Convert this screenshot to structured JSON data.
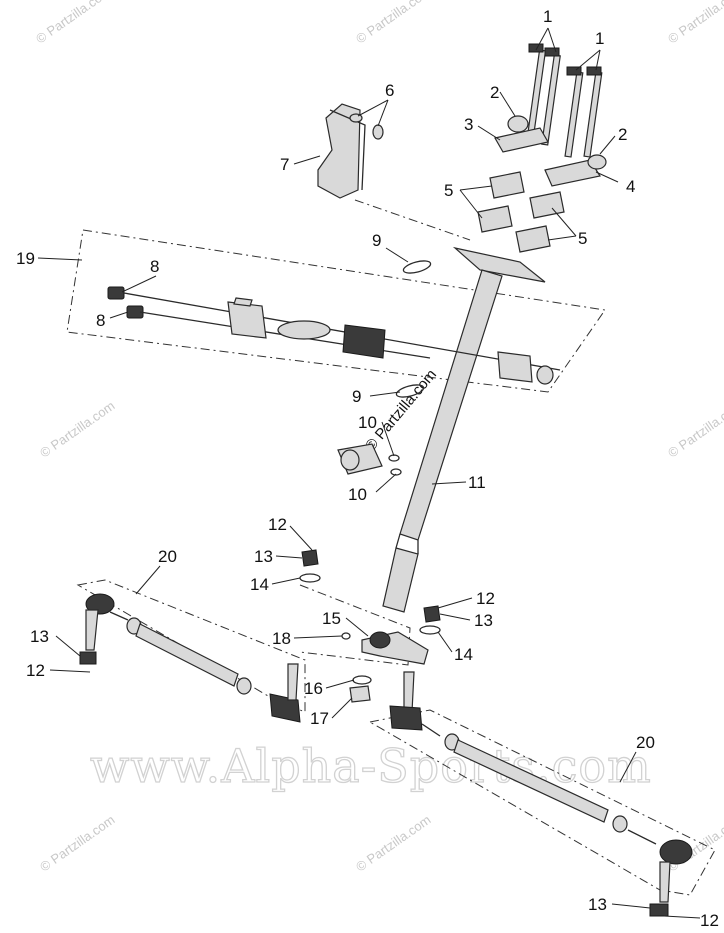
{
  "watermarks": {
    "partzilla": "© Partzilla.com",
    "center_partzilla": "© Partzilla.com",
    "site": "www.Alpha-Sports.com"
  },
  "callouts": {
    "c1a": "1",
    "c1b": "1",
    "c2a": "2",
    "c2b": "2",
    "c3": "3",
    "c4": "4",
    "c5a": "5",
    "c5b": "5",
    "c6": "6",
    "c7": "7",
    "c8a": "8",
    "c8b": "8",
    "c9a": "9",
    "c9b": "9",
    "c10a": "10",
    "c10b": "10",
    "c11": "11",
    "c12a": "12",
    "c12b": "12",
    "c12c": "12",
    "c12d": "12",
    "c13a": "13",
    "c13b": "13",
    "c13c": "13",
    "c13d": "13",
    "c14a": "14",
    "c14b": "14",
    "c15": "15",
    "c16": "16",
    "c17": "17",
    "c18": "18",
    "c19": "19",
    "c20a": "20",
    "c20b": "20"
  }
}
